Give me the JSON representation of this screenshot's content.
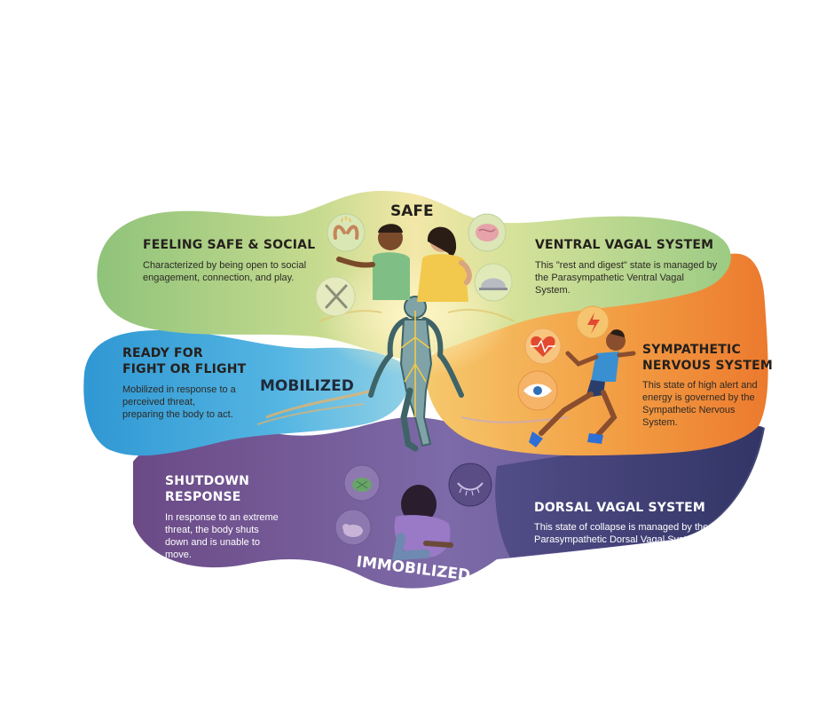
{
  "zones": {
    "safe": "SAFE",
    "mobilized": "MOBILIZED",
    "immobilized": "IMMOBILIZED"
  },
  "panels": {
    "feeling_safe": {
      "title": "FEELING SAFE & SOCIAL",
      "text": "Characterized by being open to social engagement, connection, and play."
    },
    "ventral_vagal": {
      "title": "VENTRAL VAGAL SYSTEM",
      "text": "This \"rest and digest\" state is managed by the Parasympathetic Ventral Vagal System."
    },
    "fight_flight": {
      "title_line1": "READY FOR",
      "title_line2": "FIGHT OR FLIGHT",
      "text": "Mobilized in response to a perceived threat, preparing the body to act."
    },
    "sympathetic": {
      "title_line1": "SYMPATHETIC",
      "title_line2": "NERVOUS SYSTEM",
      "text": "This state of high alert and energy is governed by the Sympathetic Nervous System."
    },
    "shutdown": {
      "title_line1": "SHUTDOWN",
      "title_line2": "RESPONSE",
      "text": "In response to an extreme threat, the body shuts down and is unable to move."
    },
    "dorsal_vagal": {
      "title": "DORSAL VAGAL SYSTEM",
      "text": "This state of collapse is managed by the Parasympathetic Dorsal Vagal System."
    }
  },
  "icons": [
    "open-hands-icon",
    "brain-icon",
    "fork-knife-icon",
    "food-dome-icon",
    "lightning-icon",
    "heartbeat-icon",
    "eye-icon",
    "turtle-icon",
    "closed-eye-icon",
    "sleeping-cat-icon",
    "nervous-system-figure",
    "happy-couple-figure",
    "running-man-figure",
    "crouching-woman-figure"
  ],
  "colors": {
    "safe_green": "#9cc97e",
    "safe_yellow": "#f0e3a0",
    "mobilized_blue": "#3da7dc",
    "mobilized_orange": "#f29a3e",
    "immobilized_purple": "#6a4f8f",
    "dorsal_navy": "#3d3b6d"
  }
}
